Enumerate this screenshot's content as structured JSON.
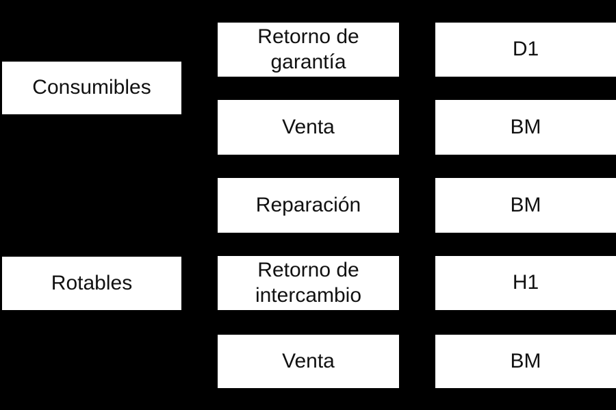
{
  "diagram": {
    "background_color": "#000000",
    "box_fill_color": "#ffffff",
    "box_text_color": "#111111",
    "left_column": [
      {
        "label": "Consumibles"
      },
      {
        "label": "Rotables"
      }
    ],
    "middle_column": [
      {
        "label": "Retorno de garantía"
      },
      {
        "label": "Venta"
      },
      {
        "label": "Reparación"
      },
      {
        "label": "Retorno de intercambio"
      },
      {
        "label": "Venta"
      }
    ],
    "right_column": [
      {
        "label": "D1"
      },
      {
        "label": "BM"
      },
      {
        "label": "BM"
      },
      {
        "label": "H1"
      },
      {
        "label": "BM"
      }
    ]
  }
}
